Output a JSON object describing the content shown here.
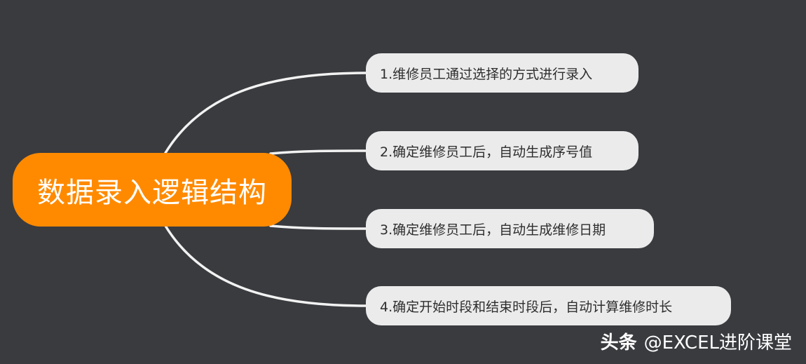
{
  "diagram": {
    "root": {
      "label": "数据录入逻辑结构",
      "fill": "#ff8a00",
      "text_color": "#ffffff"
    },
    "branches": [
      {
        "label": "1.维修员工通过选择的方式进行录入"
      },
      {
        "label": "2.确定维修员工后，自动生成序号值"
      },
      {
        "label": "3.确定维修员工后，自动生成维修日期"
      },
      {
        "label": "4.确定开始时段和结束时段后，自动计算维修时长"
      }
    ],
    "branch_fill": "#ebebeb",
    "connector_color": "#f2f2f2",
    "background": "#393b3f"
  },
  "watermark": {
    "brand": "头条",
    "account": "@EXCEL进阶课堂"
  }
}
